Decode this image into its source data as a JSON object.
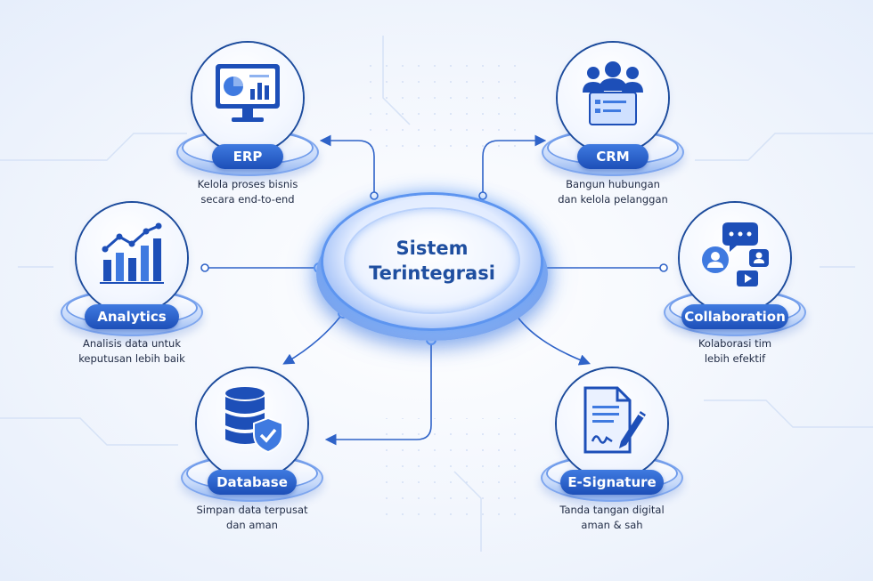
{
  "center": {
    "title_line1": "Sistem",
    "title_line2": "Terintegrasi"
  },
  "modules": [
    {
      "key": "erp",
      "label": "ERP",
      "desc_line1": "Kelola proses bisnis",
      "desc_line2": "secara end-to-end",
      "icon": "monitor-chart-icon"
    },
    {
      "key": "crm",
      "label": "CRM",
      "desc_line1": "Bangun hubungan",
      "desc_line2": "dan kelola pelanggan",
      "icon": "customers-icon"
    },
    {
      "key": "analytics",
      "label": "Analytics",
      "desc_line1": "Analisis data untuk",
      "desc_line2": "keputusan lebih baik",
      "icon": "bar-chart-trend-icon"
    },
    {
      "key": "collaboration",
      "label": "Collaboration",
      "desc_line1": "Kolaborasi tim",
      "desc_line2": "lebih efektif",
      "icon": "chat-people-icon"
    },
    {
      "key": "database",
      "label": "Database",
      "desc_line1": "Simpan data terpusat",
      "desc_line2": "dan aman",
      "icon": "database-shield-icon"
    },
    {
      "key": "esignature",
      "label": "E-Signature",
      "desc_line1": "Tanda tangan digital",
      "desc_line2": "aman & sah",
      "icon": "document-pen-icon"
    }
  ],
  "colors": {
    "primary": "#1d4fb8",
    "accent": "#3f7ae0",
    "glow": "#5d95f0",
    "background": "#eef3fc"
  }
}
